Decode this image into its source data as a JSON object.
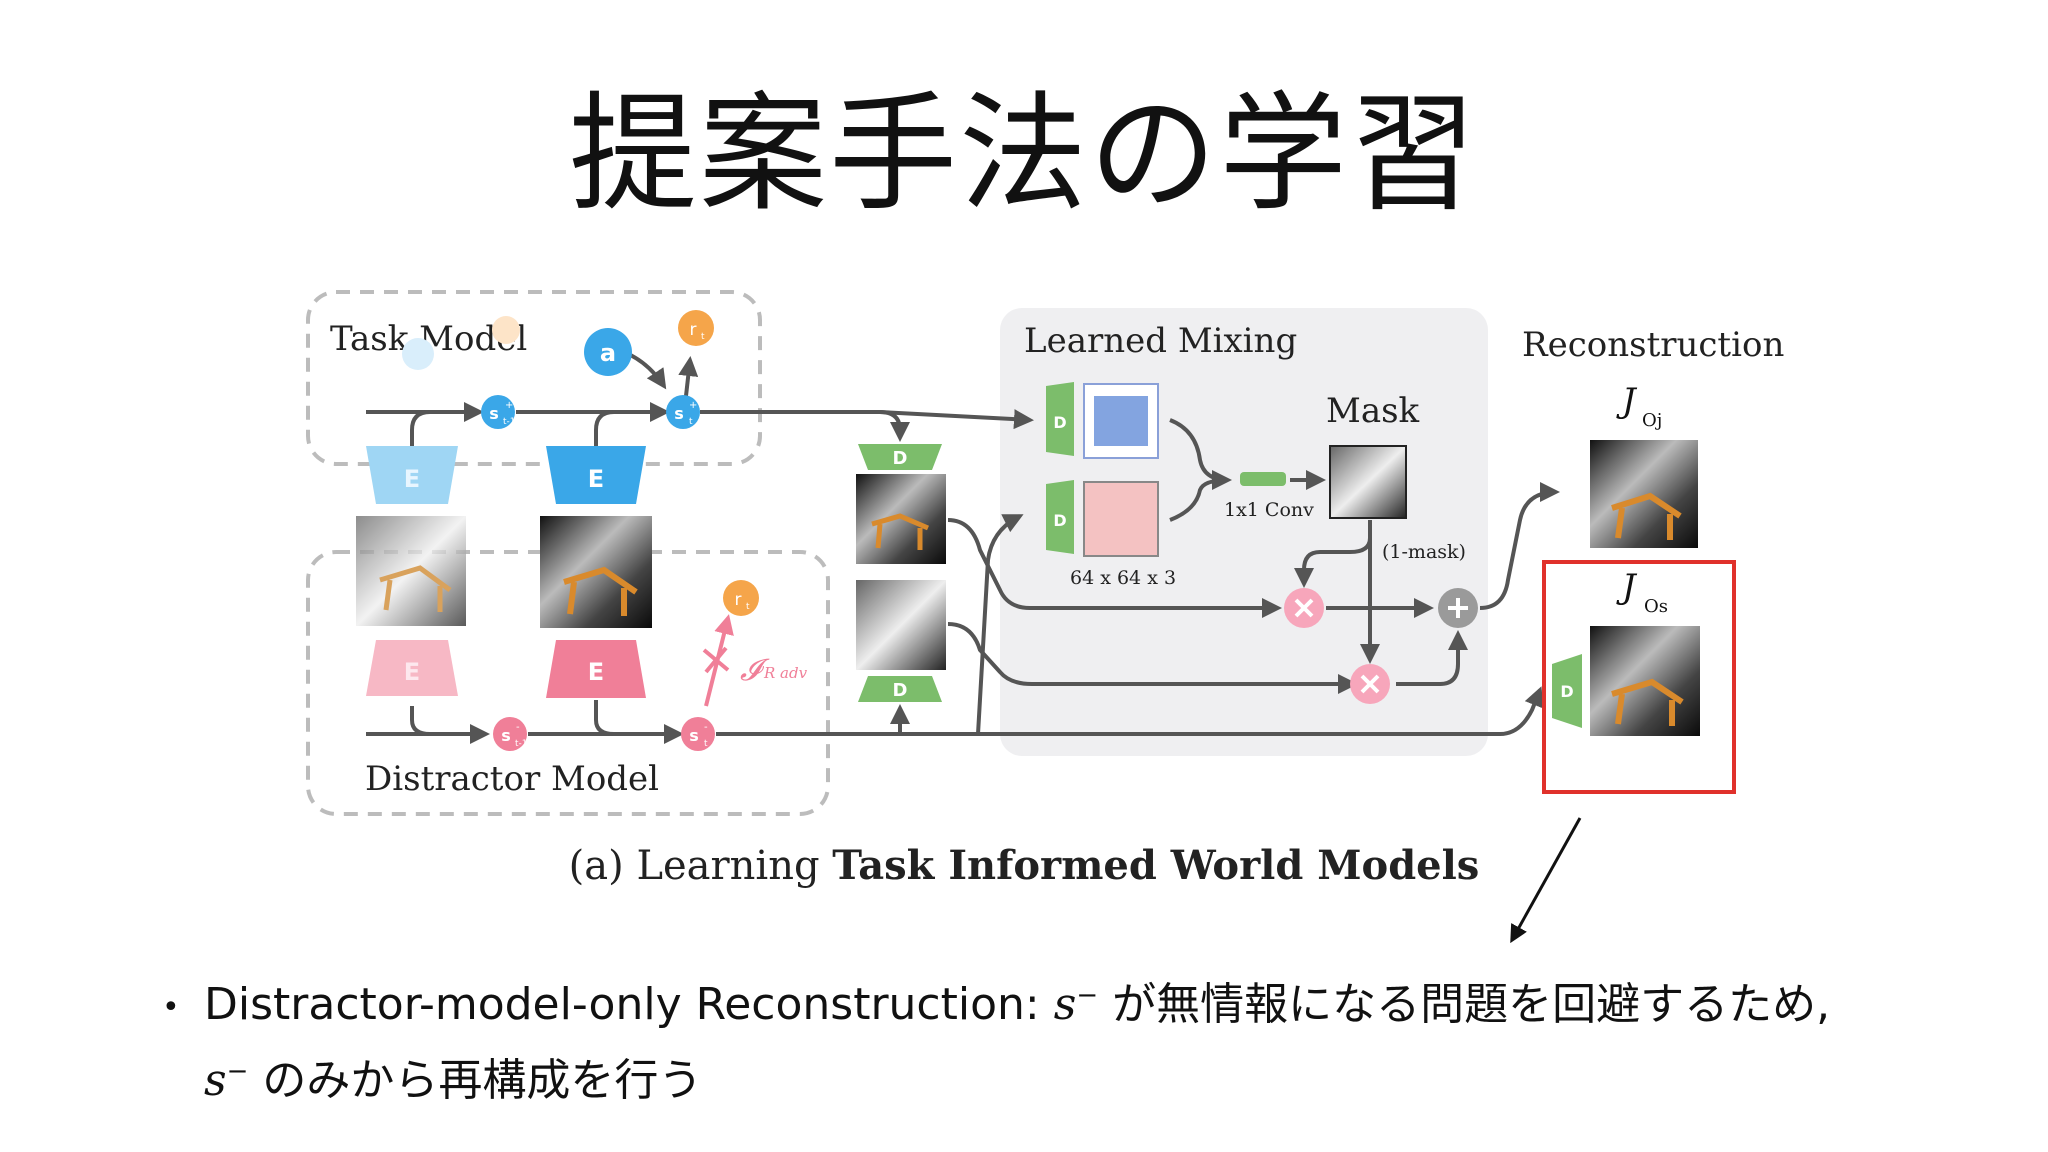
{
  "slide": {
    "title": "提案手法の学習"
  },
  "figure": {
    "task_model_label": "Task Model",
    "distractor_model_label": "Distractor Model",
    "learned_mixing_label": "Learned Mixing",
    "reconstruction_label": "Reconstruction",
    "mask_label": "Mask",
    "conv_label": "1x1 Conv",
    "size_label": "64 x 64 x 3",
    "one_minus_mask_label": "(1-mask)",
    "encoder_letter": "E",
    "decoder_letter": "D",
    "action_letter": "a",
    "reward_letter": "r",
    "reward_sub": "t",
    "state_plus_prev": "s",
    "state_plus_prev_sup": "+",
    "state_plus_prev_sub": "t-1",
    "state_plus_sup": "+",
    "state_plus_sub": "t",
    "state_minus_prev_sup": "-",
    "state_minus_prev_sub": "t-1",
    "state_minus_sup": "-",
    "state_minus_sub": "t",
    "adv_loss_symbol": "𝓘",
    "adv_loss_sub": "R adv",
    "j_letter": "J",
    "j_oj_sub": "Oj",
    "j_os_sub": "Os",
    "caption_prefix": "(a) Learning",
    "caption_bold": "Task Informed World Models",
    "colors": {
      "task_blue": "#3aa7e8",
      "task_light_blue": "#9fd6f4",
      "distractor_pink": "#f07f98",
      "distractor_light_pink": "#f7b8c5",
      "decoder_green": "#7cbd6b",
      "reward_orange": "#f5a54a",
      "highlight_red": "#e0312b",
      "mixing_bg": "#efeff1"
    }
  },
  "bullet": {
    "line1_text": "Distractor-model-only Reconstruction: ",
    "line1_math": "s",
    "line1_math_sup": "−",
    "line1_rest": " が無情報になる問題を回避するため,",
    "line2_math": "s",
    "line2_math_sup": "−",
    "line2_rest": " のみから再構成を行う"
  }
}
